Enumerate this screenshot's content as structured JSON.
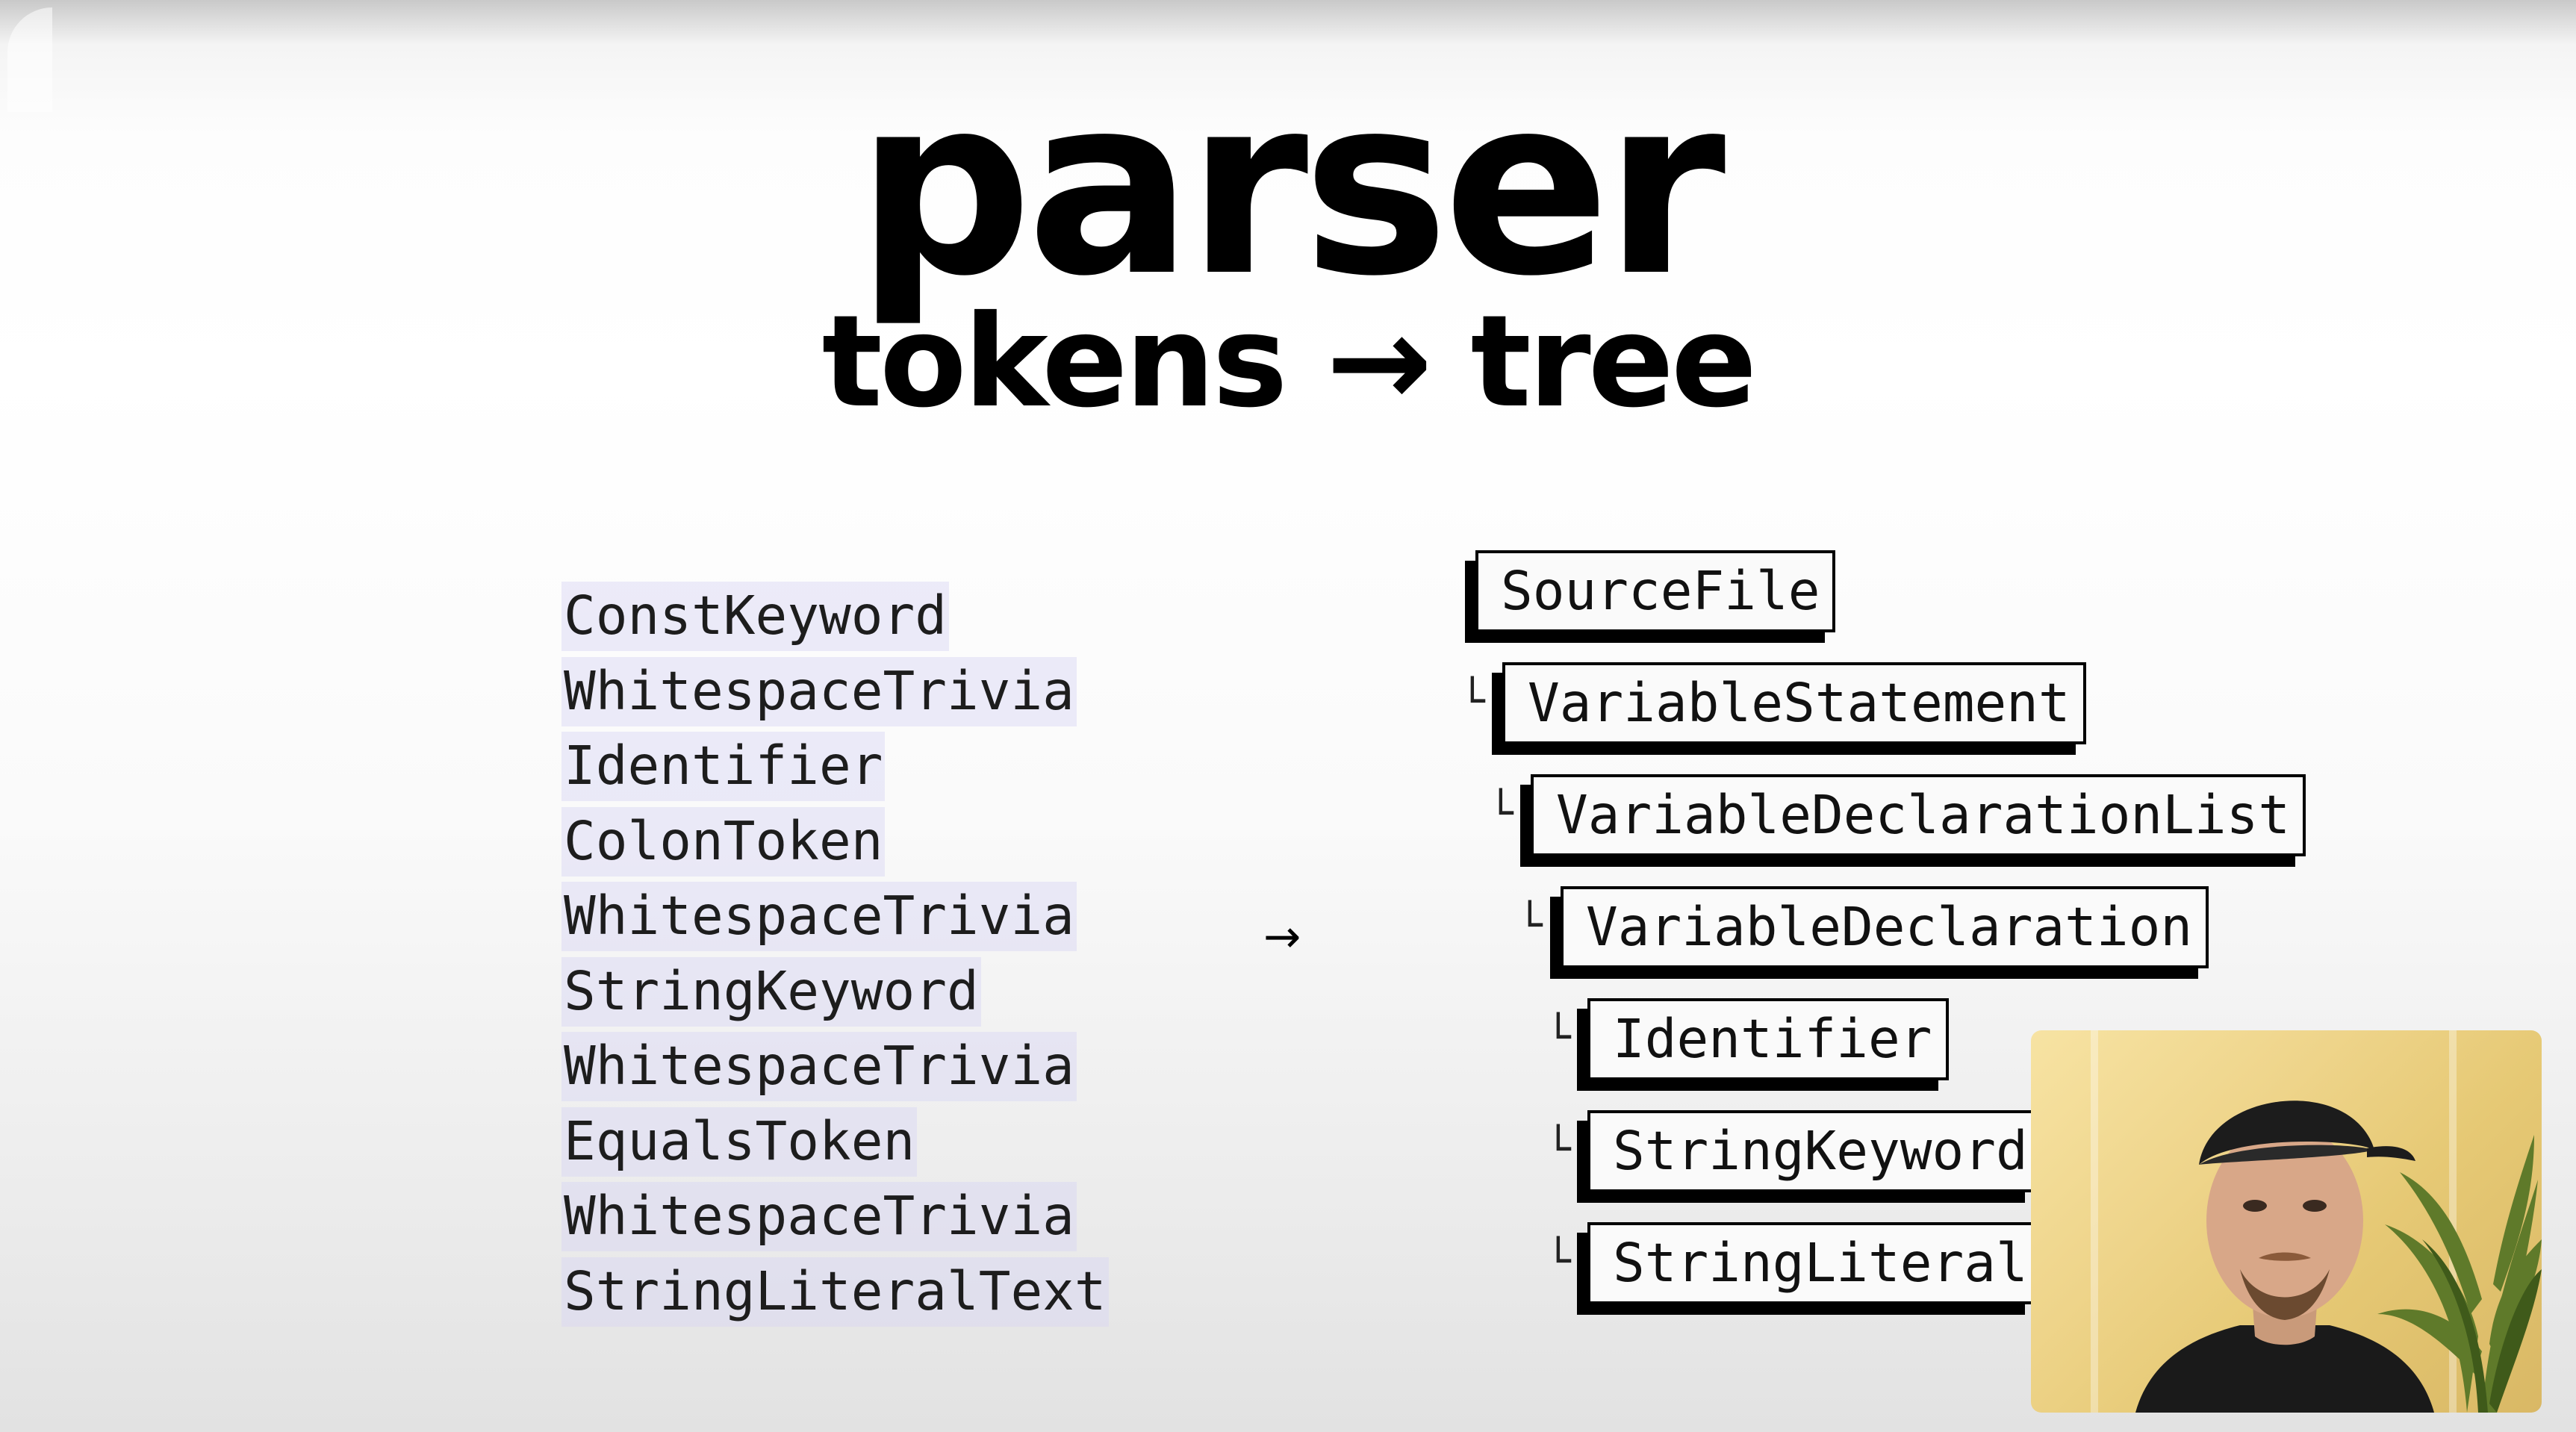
{
  "slide": {
    "title": "parser",
    "subtitle": "tokens → tree"
  },
  "tokens": [
    "ConstKeyword",
    "WhitespaceTrivia",
    "Identifier",
    "ColonToken",
    "WhitespaceTrivia",
    "StringKeyword",
    "WhitespaceTrivia",
    "EqualsToken",
    "WhitespaceTrivia",
    "StringLiteralText"
  ],
  "arrow": "→",
  "branch_glyph": "└",
  "tree": [
    {
      "label": "SourceFile",
      "depth": 0
    },
    {
      "label": "VariableStatement",
      "depth": 1
    },
    {
      "label": "VariableDeclarationList",
      "depth": 2
    },
    {
      "label": "VariableDeclaration",
      "depth": 3
    },
    {
      "label": "Identifier",
      "depth": 4
    },
    {
      "label": "StringKeyword",
      "depth": 4
    },
    {
      "label": "StringLiteral",
      "depth": 4
    }
  ],
  "webcam": {
    "description_icon": "presenter-video"
  }
}
